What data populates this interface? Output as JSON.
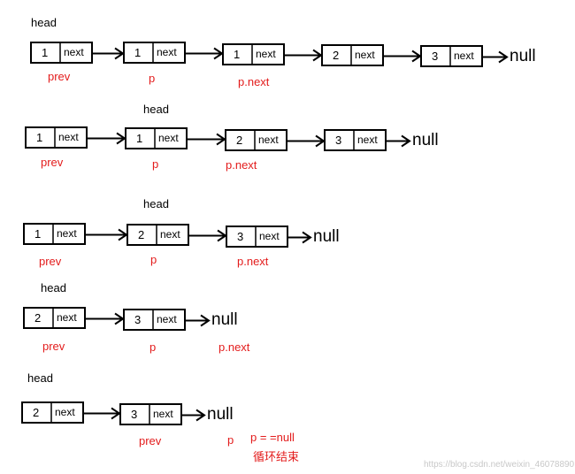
{
  "rows": [
    {
      "nodes": [
        {
          "value": "1",
          "next": "next"
        },
        {
          "value": "1",
          "next": "next"
        },
        {
          "value": "1",
          "next": "next"
        },
        {
          "value": "2",
          "next": "next"
        },
        {
          "value": "3",
          "next": "next"
        }
      ],
      "null_text": "null",
      "labels": [
        {
          "text": "head",
          "color": "black",
          "node": 0,
          "pos": "above"
        },
        {
          "text": "prev",
          "color": "red",
          "node": 0,
          "pos": "below"
        },
        {
          "text": "p",
          "color": "red",
          "node": 1,
          "pos": "below"
        },
        {
          "text": "p.next",
          "color": "red",
          "node": 2,
          "pos": "below"
        }
      ]
    },
    {
      "nodes": [
        {
          "value": "1",
          "next": "next"
        },
        {
          "value": "1",
          "next": "next"
        },
        {
          "value": "2",
          "next": "next"
        },
        {
          "value": "3",
          "next": "next"
        }
      ],
      "null_text": "null",
      "labels": [
        {
          "text": "head",
          "color": "black",
          "node": 1,
          "pos": "above"
        },
        {
          "text": "prev",
          "color": "red",
          "node": 0,
          "pos": "below"
        },
        {
          "text": "p",
          "color": "red",
          "node": 1,
          "pos": "below"
        },
        {
          "text": "p.next",
          "color": "red",
          "node": 2,
          "pos": "below"
        }
      ]
    },
    {
      "nodes": [
        {
          "value": "1",
          "next": "next"
        },
        {
          "value": "2",
          "next": "next"
        },
        {
          "value": "3",
          "next": "next"
        }
      ],
      "null_text": "null",
      "labels": [
        {
          "text": "head",
          "color": "black",
          "node": 1,
          "pos": "above"
        },
        {
          "text": "prev",
          "color": "red",
          "node": 0,
          "pos": "below"
        },
        {
          "text": "p",
          "color": "red",
          "node": 1,
          "pos": "below"
        },
        {
          "text": "p.next",
          "color": "red",
          "node": 2,
          "pos": "below"
        }
      ]
    },
    {
      "nodes": [
        {
          "value": "2",
          "next": "next"
        },
        {
          "value": "3",
          "next": "next"
        }
      ],
      "null_text": "null",
      "labels": [
        {
          "text": "head",
          "color": "black",
          "node": 0,
          "pos": "above"
        },
        {
          "text": "prev",
          "color": "red",
          "node": 0,
          "pos": "below"
        },
        {
          "text": "p",
          "color": "red",
          "node": 1,
          "pos": "below"
        },
        {
          "text": "p.next",
          "color": "red",
          "node": "null",
          "pos": "below"
        }
      ]
    },
    {
      "nodes": [
        {
          "value": "2",
          "next": "next"
        },
        {
          "value": "3",
          "next": "next"
        }
      ],
      "null_text": "null",
      "labels": [
        {
          "text": "head",
          "color": "black",
          "node": 0,
          "pos": "above"
        },
        {
          "text": "prev",
          "color": "red",
          "node": 1,
          "pos": "below"
        },
        {
          "text": "p",
          "color": "red",
          "node": "null",
          "pos": "below"
        }
      ]
    }
  ],
  "loop_note": {
    "condition": "p = =null",
    "message": "循环结束"
  },
  "watermark": "https://blog.csdn.net/weixin_46078890",
  "colors": {
    "stroke": "#000000",
    "label_red": "#e31c1c",
    "watermark": "#c8c8c8"
  }
}
